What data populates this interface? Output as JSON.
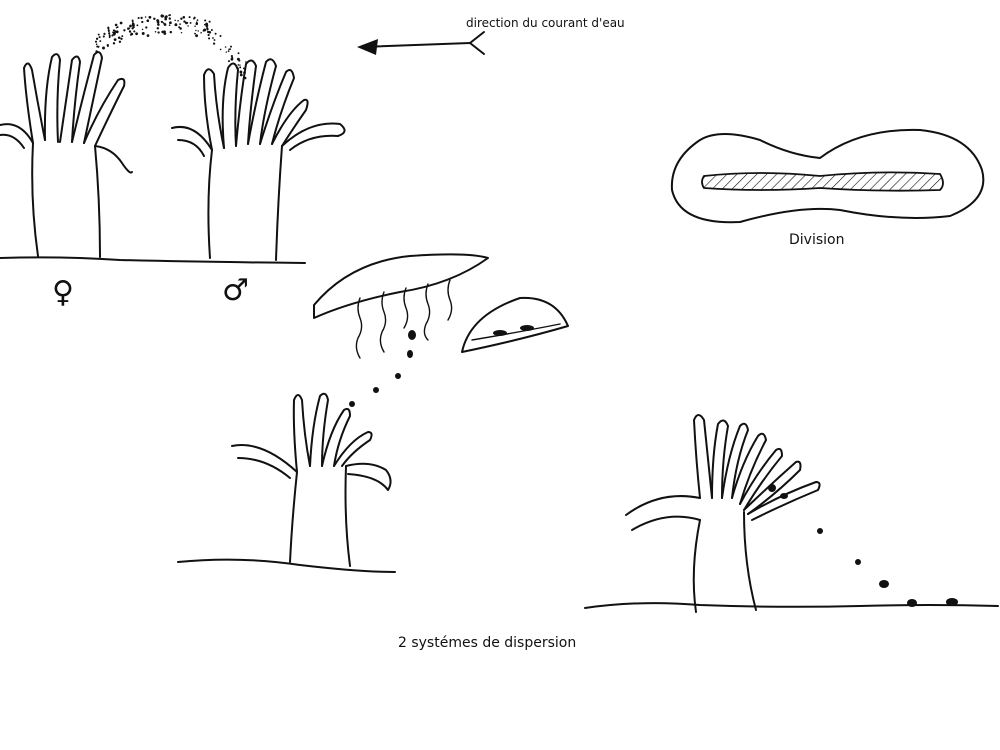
{
  "labels": {
    "water_current": "direction du courant d'eau",
    "division": "Division",
    "dispersion": "2 systémes de dispersion",
    "female_symbol": "♀",
    "male_symbol": "♂"
  },
  "colors": {
    "ink": "#111111",
    "paper": "#ffffff"
  }
}
